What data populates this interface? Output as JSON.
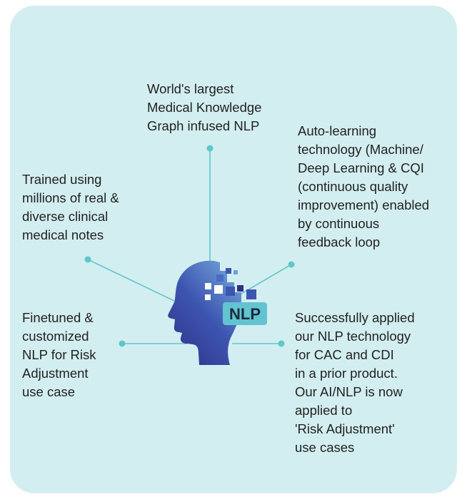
{
  "colors": {
    "background": "#d3eef0",
    "connector": "#5fc7cc",
    "head_dark": "#2f2f85",
    "head_mid": "#3d55b0",
    "head_light": "#6fa0d8",
    "badge_bg": "#62c4d0",
    "badge_text": "#1a2a40"
  },
  "center": {
    "badge_label": "NLP",
    "icon": "ai-head-icon"
  },
  "features": {
    "top": [
      "World's largest",
      "Medical Knowledge",
      "Graph infused NLP"
    ],
    "top_right": [
      "Auto-learning",
      "technology (Machine/",
      "Deep Learning & CQI",
      "(continuous quality",
      "improvement) enabled",
      "by continuous",
      "feedback loop"
    ],
    "top_left": [
      "Trained using",
      "millions of real &",
      "diverse clinical",
      "medical notes"
    ],
    "bottom_left": [
      "Finetuned &",
      "customized",
      "NLP for Risk",
      "Adjustment",
      "use case"
    ],
    "bottom_right": [
      "Successfully applied",
      "our NLP technology",
      "for CAC and CDI",
      "in a prior product.",
      "Our AI/NLP is now",
      "applied to",
      "'Risk Adjustment'",
      "use cases"
    ]
  }
}
